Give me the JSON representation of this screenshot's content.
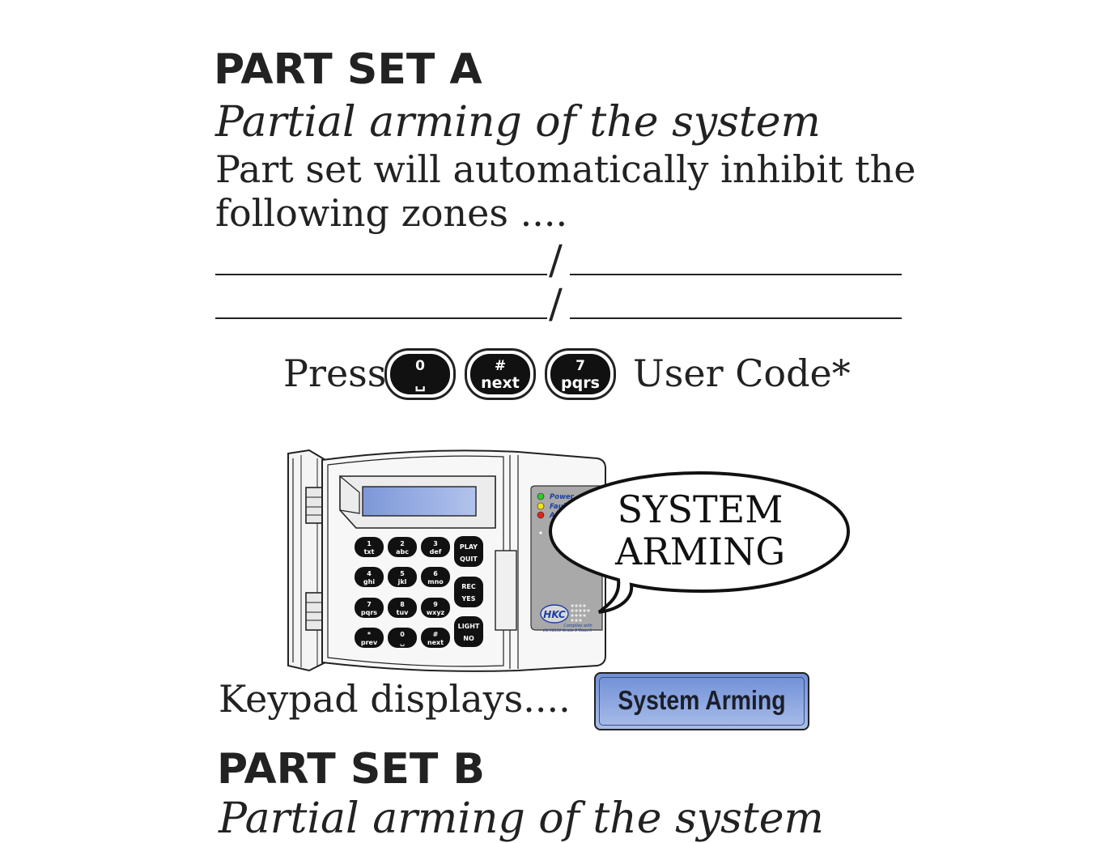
{
  "part_a": {
    "title": "PART SET A",
    "subtitle": "Partial arming of the system",
    "body_line1": "Part set will automatically inhibit the",
    "body_line2": "following zones ....",
    "slash": "/"
  },
  "press_row": {
    "press_label": "Press",
    "keys": [
      {
        "top": "0",
        "bottom": "␣"
      },
      {
        "top": "#",
        "bottom": "next"
      },
      {
        "top": "7",
        "bottom": "pqrs"
      }
    ],
    "user_code_label": "User Code*"
  },
  "keypad_image": {
    "speech_bubble_line1": "SYSTEM",
    "speech_bubble_line2": "ARMING",
    "led_labels": [
      "Power",
      "Fault",
      "A"
    ],
    "keys": [
      {
        "top": "1",
        "bottom": "txt"
      },
      {
        "top": "2",
        "bottom": "abc"
      },
      {
        "top": "3",
        "bottom": "def"
      },
      {
        "top": "4",
        "bottom": "ghi"
      },
      {
        "top": "5",
        "bottom": "jkl"
      },
      {
        "top": "6",
        "bottom": "mno"
      },
      {
        "top": "7",
        "bottom": "pqrs"
      },
      {
        "top": "8",
        "bottom": "tuv"
      },
      {
        "top": "9",
        "bottom": "wxyz"
      },
      {
        "top": "*",
        "bottom": "prev"
      },
      {
        "top": "0",
        "bottom": "␣"
      },
      {
        "top": "#",
        "bottom": "next"
      }
    ],
    "function_keys": [
      {
        "top": "PLAY",
        "bottom": "QUIT"
      },
      {
        "top": "REC",
        "bottom": "YES"
      },
      {
        "top": "LIGHT",
        "bottom": "NO"
      }
    ],
    "logo_text": "HKC",
    "compliance_line1": "Complies with",
    "compliance_line2": "EN 50131 Grade 2 Class II"
  },
  "display_row": {
    "label": "Keypad displays....",
    "screen_text": "System Arming",
    "screen_color_top": "#6f8fd6",
    "screen_color_bottom": "#a9bde9"
  },
  "part_b": {
    "title": "PART SET B",
    "subtitle": "Partial arming of the system"
  }
}
